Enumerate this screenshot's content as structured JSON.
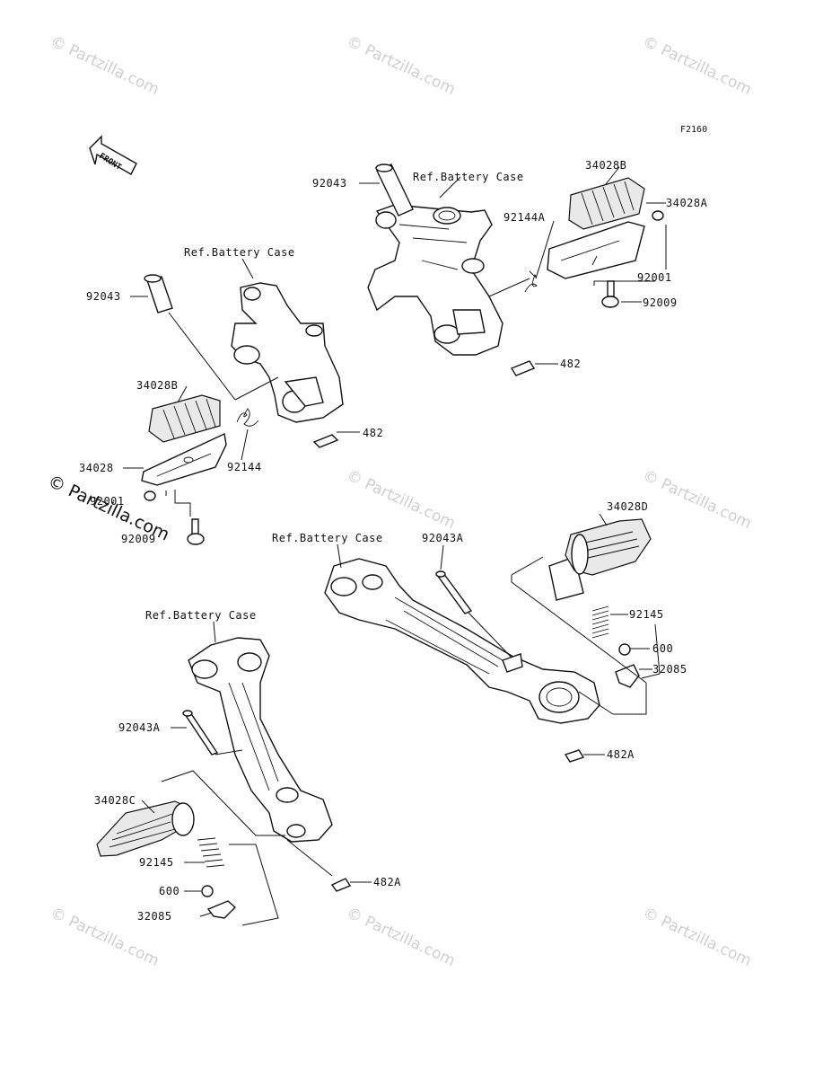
{
  "diagram_code": "F2160",
  "front_label": "FRONT",
  "watermark": "© Partzilla.com",
  "watermark_dark": "© Partzilla.com",
  "labels": {
    "ref_battery_case": "Ref.Battery Case",
    "p92043": "92043",
    "p34028b": "34028B",
    "p34028a": "34028A",
    "p34028": "34028",
    "p92144a": "92144A",
    "p92144": "92144",
    "p92001": "92001",
    "p92009": "92009",
    "p482": "482",
    "p482a": "482A",
    "p34028d": "34028D",
    "p34028c": "34028C",
    "p92043a": "92043A",
    "p92145": "92145",
    "p600": "600",
    "p32085": "32085"
  }
}
